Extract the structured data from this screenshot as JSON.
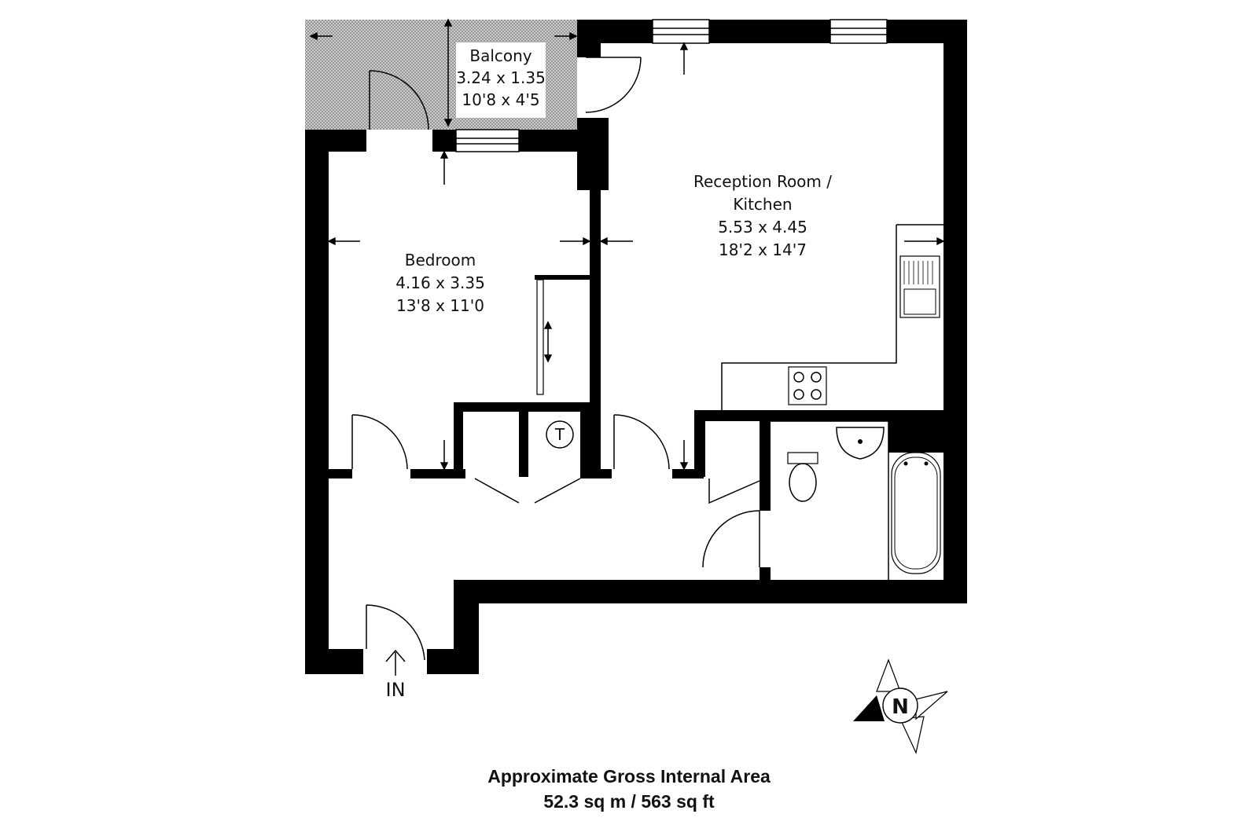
{
  "rooms": {
    "balcony": {
      "name": "Balcony",
      "metric": "3.24 x 1.35",
      "imperial": "10'8 x 4'5"
    },
    "reception": {
      "name_line1": "Reception Room /",
      "name_line2": "Kitchen",
      "metric": "5.53 x 4.45",
      "imperial": "18'2 x 14'7"
    },
    "bedroom": {
      "name": "Bedroom",
      "metric": "4.16 x 3.35",
      "imperial": "13'8 x 11'0"
    }
  },
  "cupboard_label": "T",
  "entrance_label": "IN",
  "compass_label": "N",
  "area": {
    "title": "Approximate Gross Internal Area",
    "value": "52.3 sq m / 563 sq ft"
  }
}
